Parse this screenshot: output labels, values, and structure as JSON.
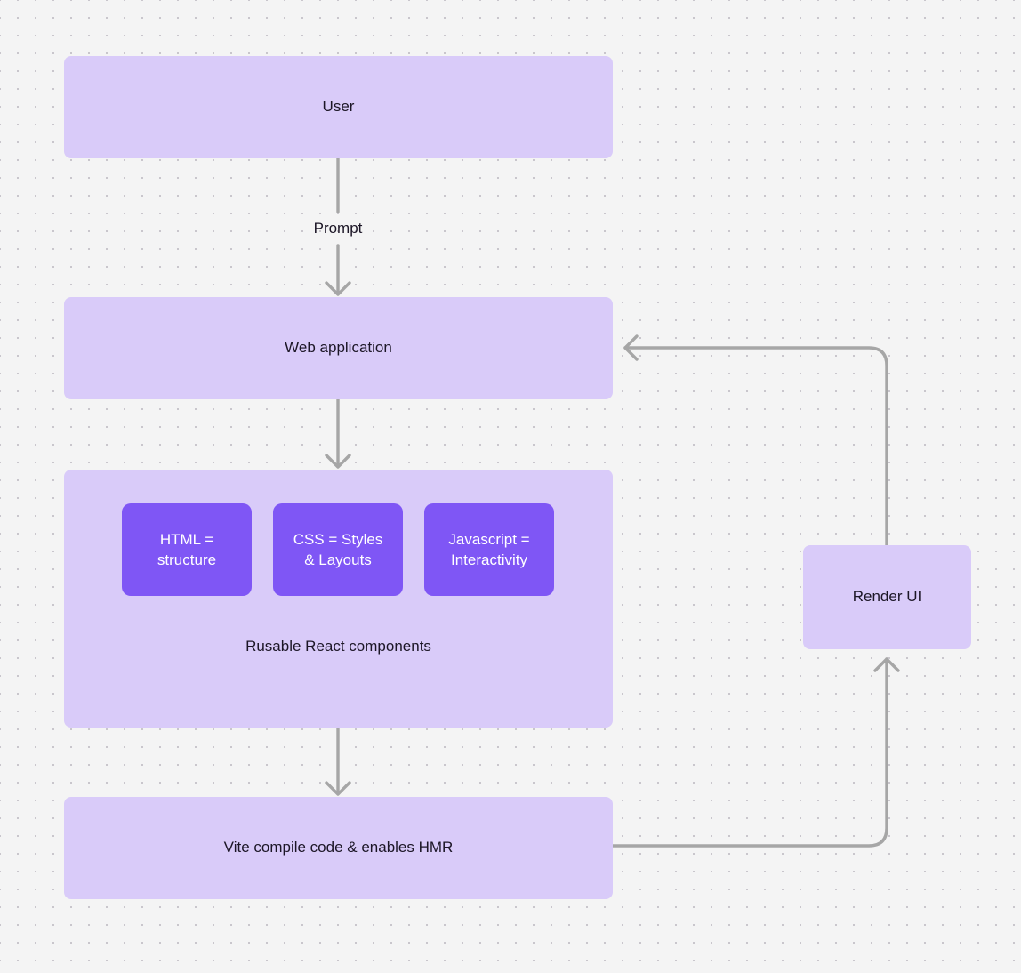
{
  "diagram": {
    "type": "flowchart",
    "background": "#f4f4f4",
    "grid": "dotted",
    "node_fill": "#d9cbf9",
    "chip_fill": "#7f56f5",
    "edge_color": "#a6a6a6",
    "text_color": "#1c1626",
    "nodes": {
      "user": "User",
      "webapp": "Web application",
      "vite": "Vite compile code & enables HMR",
      "render": "Render UI",
      "group_caption": "Rusable React components",
      "chips": [
        "HTML = structure",
        "CSS = Styles & Layouts",
        "Javascript = Interactivity"
      ],
      "chip_lines": [
        {
          "line1": "HTML =",
          "line2": "structure"
        },
        {
          "line1": "CSS = Styles",
          "line2": "& Layouts"
        },
        {
          "line1": "Javascript =",
          "line2": "Interactivity"
        }
      ]
    },
    "edges": {
      "prompt_label": "Prompt",
      "connections": [
        {
          "from": "user",
          "to": "webapp",
          "label": "Prompt"
        },
        {
          "from": "webapp",
          "to": "group",
          "label": ""
        },
        {
          "from": "group",
          "to": "vite",
          "label": ""
        },
        {
          "from": "vite",
          "to": "render",
          "label": ""
        },
        {
          "from": "render",
          "to": "webapp",
          "label": ""
        }
      ]
    }
  }
}
